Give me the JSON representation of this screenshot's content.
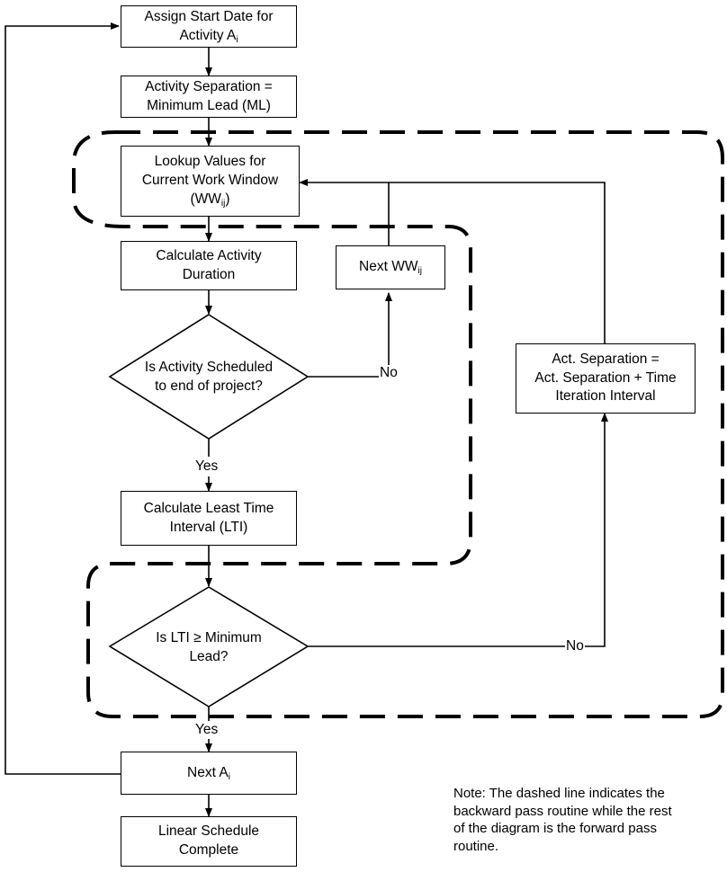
{
  "nodes": {
    "assign_start": {
      "line1": "Assign Start Date for",
      "line2": "Activity A",
      "sub": "i"
    },
    "activity_separation": {
      "line1": "Activity Separation =",
      "line2": "Minimum Lead (ML)"
    },
    "lookup_values": {
      "line1": "Lookup Values for",
      "line2": "Current Work Window",
      "line3": "(WW",
      "sub": "ij",
      "line3_end": ")"
    },
    "calc_duration": {
      "line1": "Calculate Activity",
      "line2": "Duration"
    },
    "next_ww": {
      "text": "Next WW",
      "sub": "ij"
    },
    "decision_scheduled": {
      "line1": "Is Activity Scheduled",
      "line2": "to end of project?"
    },
    "act_sep_update": {
      "line1": "Act. Separation =",
      "line2": "Act. Separation + Time",
      "line3": "Iteration Interval"
    },
    "calc_lti": {
      "line1": "Calculate Least Time",
      "line2": "Interval (LTI)"
    },
    "decision_lti": {
      "line1": "Is LTI ≥ Minimum",
      "line2": "Lead?"
    },
    "next_ai": {
      "text": "Next A",
      "sub": "i"
    },
    "complete": {
      "line1": "Linear Schedule",
      "line2": "Complete"
    }
  },
  "edge_labels": {
    "no_scheduled": "No",
    "yes_scheduled": "Yes",
    "no_lti": "No",
    "yes_lti": "Yes"
  },
  "note": {
    "line1": "Note: The dashed line indicates the",
    "line2": "backward pass routine while the rest",
    "line3": "of the diagram is the forward pass",
    "line4": "routine."
  }
}
